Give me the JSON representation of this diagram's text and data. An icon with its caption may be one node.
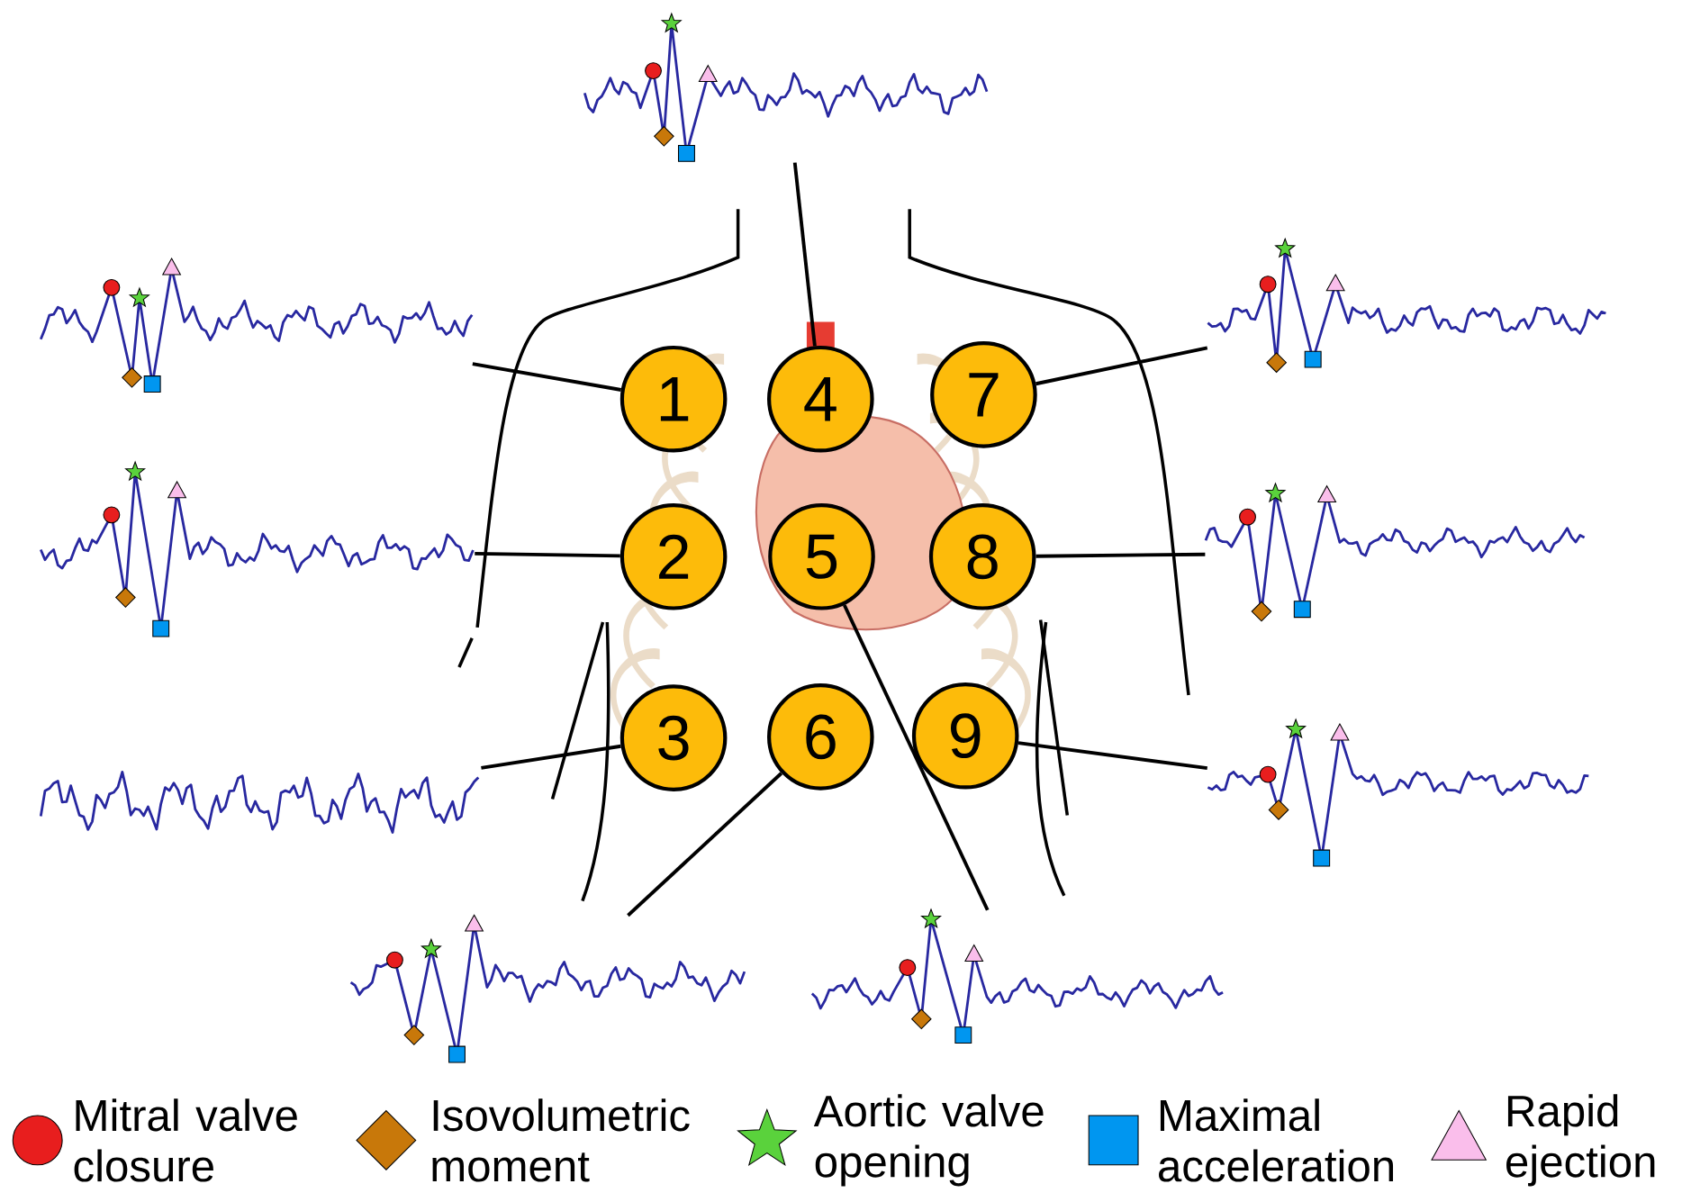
{
  "diagram": {
    "nodes": [
      {
        "text": [
          "1"
        ]
      },
      {
        "text": [
          "4"
        ]
      },
      {
        "text": [
          "7"
        ]
      },
      {
        "text": [
          "2"
        ]
      },
      {
        "text": [
          "5"
        ]
      },
      {
        "text": [
          "8"
        ]
      },
      {
        "text": [
          "3"
        ]
      },
      {
        "text": [
          "6"
        ]
      },
      {
        "text": [
          "9"
        ]
      },
      {
        "text": [],
        "shape": "picture"
      },
      {
        "text": [],
        "shape": "picture"
      },
      {
        "text": [],
        "shape": "picture"
      },
      {
        "text": [],
        "shape": "picture"
      },
      {
        "text": [],
        "shape": "picture"
      },
      {
        "text": [],
        "shape": "picture"
      },
      {
        "text": [],
        "shape": "picture"
      },
      {
        "text": [],
        "shape": "picture"
      },
      {
        "text": [],
        "shape": "picture"
      }
    ],
    "edges": [
      {
        "from": 0,
        "to": 10,
        "arrow": "none"
      },
      {
        "from": 1,
        "to": 9,
        "arrow": "none"
      },
      {
        "from": 2,
        "to": 11,
        "arrow": "none"
      },
      {
        "from": 3,
        "to": 12,
        "arrow": "none"
      },
      {
        "from": 4,
        "to": 17,
        "arrow": "none"
      },
      {
        "from": 5,
        "to": 13,
        "arrow": "none"
      },
      {
        "from": 6,
        "to": 14,
        "arrow": "none"
      },
      {
        "from": 7,
        "to": 16,
        "arrow": "none"
      },
      {
        "from": 8,
        "to": 15,
        "arrow": "none"
      }
    ],
    "legend": [
      {
        "text": "Mitral valve closure"
      },
      {
        "text": "Isovolumetric moment"
      },
      {
        "text": "Aortic valve opening"
      },
      {
        "text": "Maximal acceleration"
      },
      {
        "text": "Rapid ejection"
      }
    ]
  }
}
